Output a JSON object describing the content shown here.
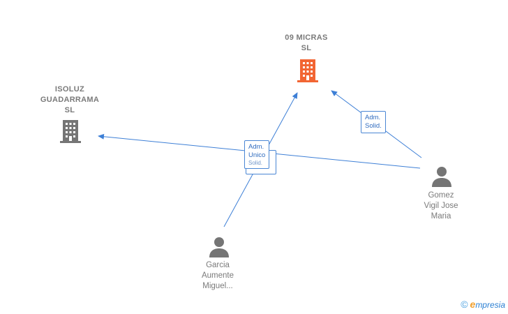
{
  "nodes": {
    "micras": {
      "label_line1": "09 MICRAS",
      "label_line2": "SL",
      "color": "#f26533"
    },
    "isoluz": {
      "label_line1": "ISOLUZ",
      "label_line2": "GUADARRAMA",
      "label_line3": "SL",
      "color": "#757575"
    },
    "gomez": {
      "label_line1": "Gomez",
      "label_line2": "Vigil Jose",
      "label_line3": "Maria",
      "color": "#757575"
    },
    "garcia": {
      "label_line1": "Garcia",
      "label_line2": "Aumente",
      "label_line3": "Miguel...",
      "color": "#757575"
    }
  },
  "edges": {
    "gomez_micras": {
      "line1": "Adm.",
      "line2": "Solid."
    },
    "garcia_micras": {
      "line1": "Adm.",
      "line2": "Unico",
      "line3": "Solid."
    }
  },
  "edge_color": "#3d7fd6",
  "logo": {
    "copyright": "©",
    "brand_first": "e",
    "brand_rest": "mpresia"
  }
}
